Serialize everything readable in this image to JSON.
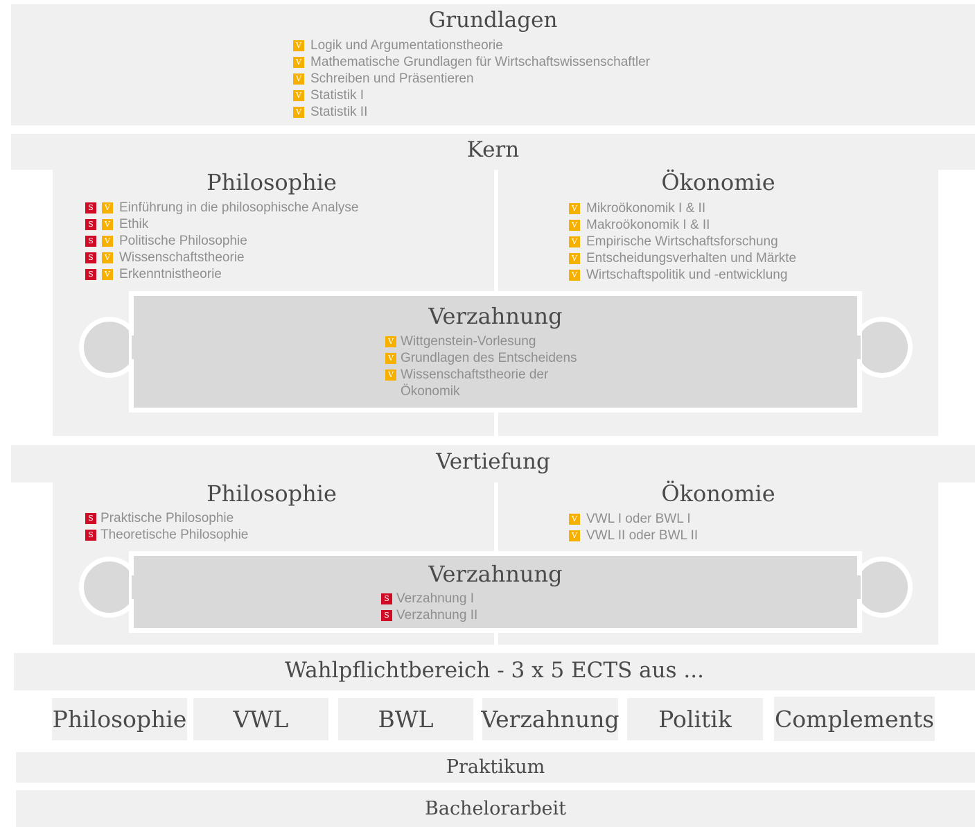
{
  "grundlagen": {
    "title": "Grundlagen",
    "items": [
      {
        "tag": "V",
        "label": "Logik und Argumentationstheorie"
      },
      {
        "tag": "V",
        "label": "Mathematische Grundlagen für Wirtschaftswissenschaftler"
      },
      {
        "tag": "V",
        "label": "Schreiben und Präsentieren"
      },
      {
        "tag": "V",
        "label": "Statistik I"
      },
      {
        "tag": "V",
        "label": "Statistik II"
      }
    ]
  },
  "kern": {
    "title": "Kern",
    "philosophie": {
      "title": "Philosophie",
      "items": [
        {
          "tags": [
            "S",
            "V"
          ],
          "label": "Einführung in die philosophische Analyse"
        },
        {
          "tags": [
            "S",
            "V"
          ],
          "label": "Ethik"
        },
        {
          "tags": [
            "S",
            "V"
          ],
          "label": "Politische Philosophie"
        },
        {
          "tags": [
            "S",
            "V"
          ],
          "label": "Wissenschaftstheorie"
        },
        {
          "tags": [
            "S",
            "V"
          ],
          "label": "Erkenntnistheorie"
        }
      ]
    },
    "oekonomie": {
      "title": "Ökonomie",
      "items": [
        {
          "tag": "V",
          "label": "Mikroökonomik I & II"
        },
        {
          "tag": "V",
          "label": "Makroökonomik I & II"
        },
        {
          "tag": "V",
          "label": "Empirische Wirtschaftsforschung"
        },
        {
          "tag": "V",
          "label": "Entscheidungsverhalten und Märkte"
        },
        {
          "tag": "V",
          "label": "Wirtschaftspolitik und -entwicklung"
        }
      ]
    },
    "verzahnung": {
      "title": "Verzahnung",
      "items": [
        {
          "tag": "V",
          "label": "Wittgenstein-Vorlesung"
        },
        {
          "tag": "V",
          "label": "Grundlagen des Entscheidens"
        },
        {
          "tag": "V",
          "label": "Wissenschaftstheorie der",
          "label2": "Ökonomik"
        }
      ]
    }
  },
  "vertiefung": {
    "title": "Vertiefung",
    "philosophie": {
      "title": "Philosophie",
      "items": [
        {
          "tag": "S",
          "label": "Praktische Philosophie"
        },
        {
          "tag": "S",
          "label": "Theoretische Philosophie"
        }
      ]
    },
    "oekonomie": {
      "title": "Ökonomie",
      "items": [
        {
          "tag": "V",
          "label": "VWL I oder BWL I"
        },
        {
          "tag": "V",
          "label": "VWL II oder BWL II"
        }
      ]
    },
    "verzahnung": {
      "title": "Verzahnung",
      "items": [
        {
          "tag": "S",
          "label": "Verzahnung I"
        },
        {
          "tag": "S",
          "label": "Verzahnung II"
        }
      ]
    }
  },
  "wahlpflicht": {
    "title": "Wahlpflichtbereich - 3 x 5 ECTS aus ...",
    "options": [
      "Philosophie",
      "VWL",
      "BWL",
      "Verzahnung",
      "Politik",
      "Complements"
    ]
  },
  "praktikum": {
    "title": "Praktikum"
  },
  "bachelorarbeit": {
    "title": "Bachelorarbeit"
  },
  "colors": {
    "s_tag": "#d10a26",
    "v_tag": "#f6b100",
    "panel": "#eff0ef",
    "verzahnung": "#d9d9d9"
  }
}
